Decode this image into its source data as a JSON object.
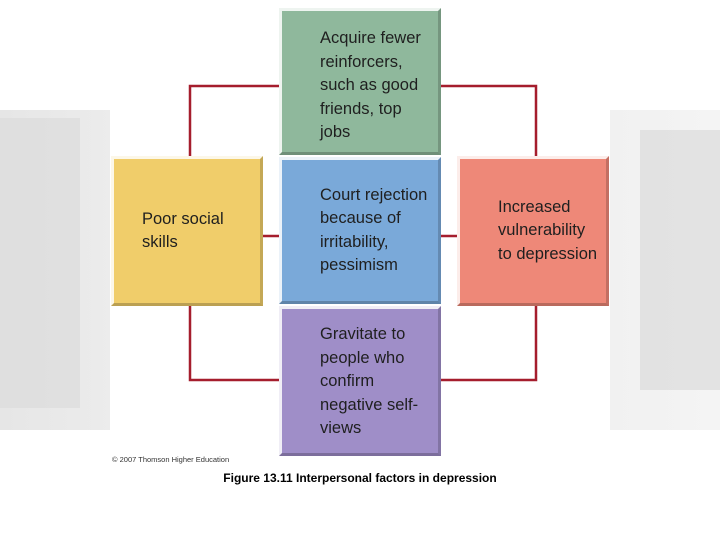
{
  "boxes": {
    "top": "Acquire fewer reinforcers, such as good friends, top jobs",
    "middle": "Court rejection because of irritability, pessimism",
    "bottom": "Gravitate to people who confirm negative self-views",
    "left": "Poor social skills",
    "right": "Increased vulnerability to depression"
  },
  "copyright": "© 2007 Thomson Higher Education",
  "caption": "Figure 13.11  Interpersonal factors in depression",
  "colors": {
    "top_box": "#8fb89c",
    "middle_box": "#7aa9d9",
    "bottom_box": "#9f8ec8",
    "left_box": "#f0cd6a",
    "right_box": "#ee8878",
    "arrow_line": "#a51d2d",
    "arrow_head": "#f2c23a"
  }
}
